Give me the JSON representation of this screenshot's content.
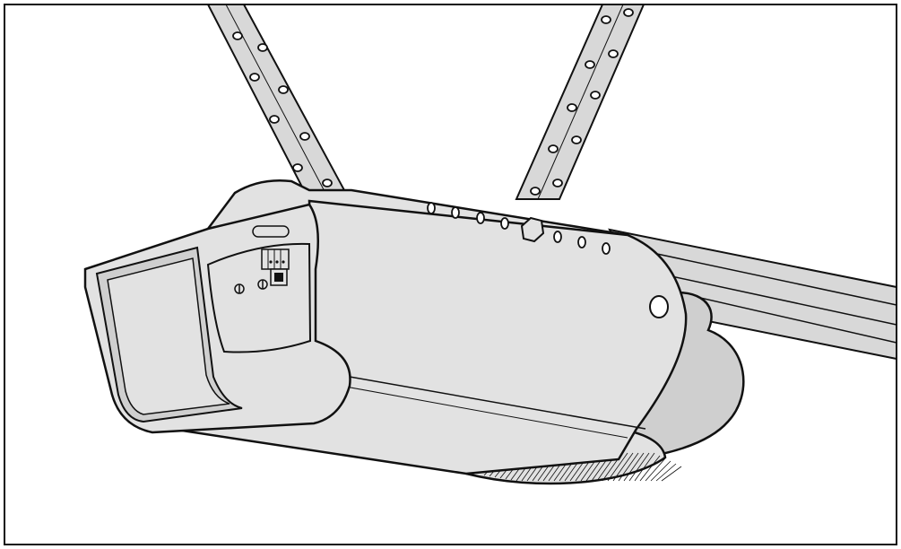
{
  "illustration": {
    "subject_icon": "garage-door-opener-icon",
    "style": "technical-line-drawing",
    "colors": {
      "background": "#ffffff",
      "outline": "#111111",
      "housing_fill": "#e2e2e2",
      "shade_fill": "#cfcfcf",
      "metal_fill": "#d8d8d8",
      "hole_fill": "#ffffff"
    },
    "parts": [
      "left-hanging-bracket",
      "right-hanging-bracket",
      "rail",
      "motor-housing",
      "light-cover",
      "control-panel",
      "learn-button",
      "terminal-block",
      "adjustment-screws",
      "sprocket-cover",
      "drive-hex-bolt"
    ]
  }
}
